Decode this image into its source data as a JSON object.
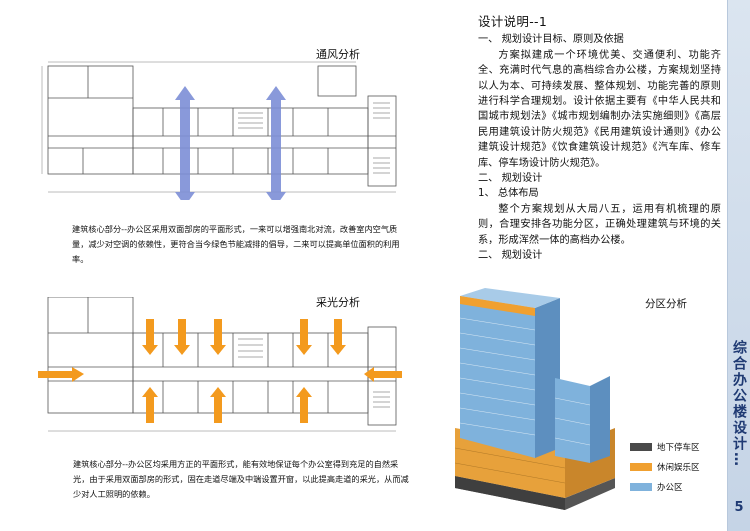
{
  "ventilation": {
    "title": "通风分析",
    "caption": "建筑核心部分--办公区采用双面部房的平面形式，一来可以增强南北对流，改善室内空气质量，减少对空调的依赖性，更符合当今绿色节能减排的倡导，二来可以提高单位面积的利用率。"
  },
  "lighting": {
    "title": "采光分析",
    "caption": "建筑核心部分--办公区均采用方正的平面形式，能有效地保证每个办公室得到充足的自然采光，由于采用双面部房的形式，固在走道尽端及中端设置开窗，以此提高走道的采光，从而减少对人工照明的依赖。"
  },
  "text": {
    "title": "设计说明--1",
    "h1": "一、 规划设计目标、原则及依据",
    "p1": "方案拟建成一个环境优美、交通便利、功能齐全、充满时代气息的高档综合办公楼，方案规划坚持以人为本、可持续发展、整体规划、功能完善的原则进行科学合理规划。设计依据主要有《中华人民共和国城市规划法》《城市规划编制办法实施细则》《高层民用建筑设计防火规范》《民用建筑设计通则》《办公建筑设计规范》《饮食建筑设计规范》《汽车库、修车库、停车场设计防火规范》。",
    "h2": "二、 规划设计",
    "h3": "1、 总体布局",
    "p2": "整个方案规划从大局八五，运用有机梳理的原则，合理安排各功能分区，正确处理建筑与环境的关系，形成浑然一体的高档办公楼。",
    "h4": "二、 规划设计"
  },
  "zoning": {
    "title": "分区分析",
    "legend": [
      {
        "label": "地下停车区",
        "color": "#4a4a4a"
      },
      {
        "label": "休闲娱乐区",
        "color": "#f0a030"
      },
      {
        "label": "办公区",
        "color": "#7fb2dc"
      }
    ]
  },
  "sidebar": {
    "title": "综合办公楼设计…",
    "page": "5"
  },
  "colors": {
    "arrow_blue": "#7d8fd6",
    "arrow_orange": "#f39a1e",
    "plan_line": "#555555"
  }
}
